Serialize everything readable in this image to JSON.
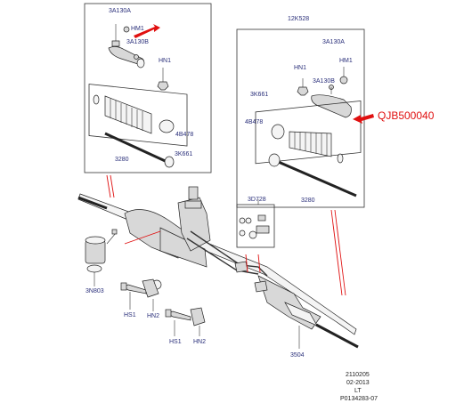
{
  "labels": {
    "l_3a130a_l": "3A130A",
    "l_hm1_l": "HM1",
    "l_3a130b_l": "3A130B",
    "l_hn1_l": "HN1",
    "l_4b478_l": "4B478",
    "l_3k661_l": "3K661",
    "l_3280_l": "3280",
    "l_12k528": "12K528",
    "l_3a130a_r": "3A130A",
    "l_hm1_r": "HM1",
    "l_hn1_r": "HN1",
    "l_3a130b_r": "3A130B",
    "l_3k661_r": "3K661",
    "l_4b478_r": "4B478",
    "l_3280_r": "3280",
    "l_3d728": "3D728",
    "l_3n803": "3N803",
    "l_hs1_a": "HS1",
    "l_hn2_a": "HN2",
    "l_hs1_b": "HS1",
    "l_hn2_b": "HN2",
    "l_3504": "3504"
  },
  "highlight": {
    "part_number": "QJB500040",
    "color": "#e01010"
  },
  "footer": {
    "line1": "2110205",
    "line2": "02-2013",
    "line3": "LT",
    "line4": "P0134283-07"
  }
}
